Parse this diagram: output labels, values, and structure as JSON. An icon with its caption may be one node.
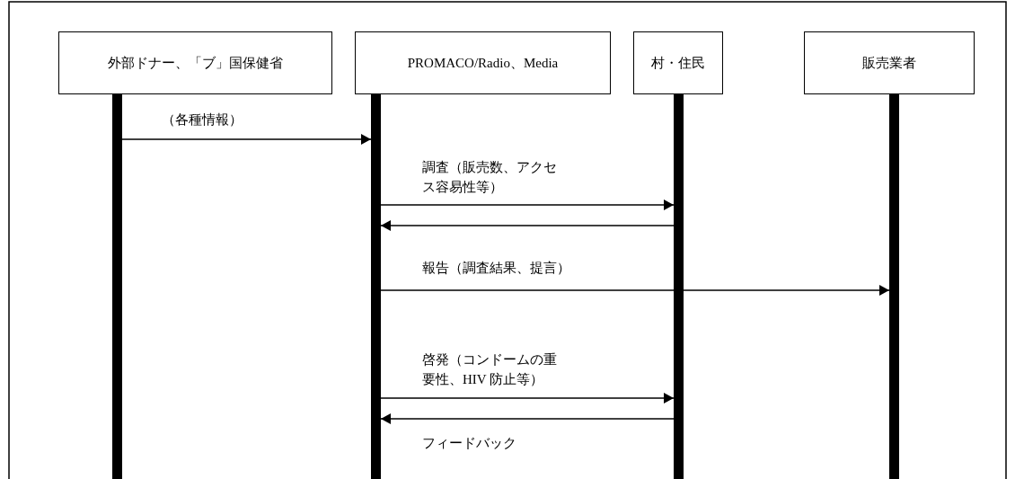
{
  "diagram": {
    "nodes": [
      {
        "text": [
          "外部ドナー、「ブ」国保健省"
        ]
      },
      {
        "text": [
          "PROMACO/Radio、Media"
        ]
      },
      {
        "text": [
          "村・住民"
        ]
      },
      {
        "text": [
          "販売業者"
        ]
      },
      {
        "text": [],
        "shape": "bar"
      },
      {
        "text": [],
        "shape": "bar"
      },
      {
        "text": [],
        "shape": "bar"
      },
      {
        "text": [],
        "shape": "bar"
      }
    ],
    "edges": [
      {
        "from": 4,
        "to": 5,
        "arrow": "to",
        "label": "（各種情報）"
      },
      {
        "from": 5,
        "to": 6,
        "arrow": "to",
        "label": "調査（販売数、アクセス容易性等）"
      },
      {
        "from": 6,
        "to": 5,
        "arrow": "to"
      },
      {
        "from": 5,
        "to": 7,
        "arrow": "to",
        "label": "報告（調査結果、提言）"
      },
      {
        "from": 5,
        "to": 6,
        "arrow": "to",
        "label": "啓発（コンドームの重要性、HIV 防止等）"
      },
      {
        "from": 6,
        "to": 5,
        "arrow": "to",
        "label": "フィードバック"
      }
    ]
  }
}
